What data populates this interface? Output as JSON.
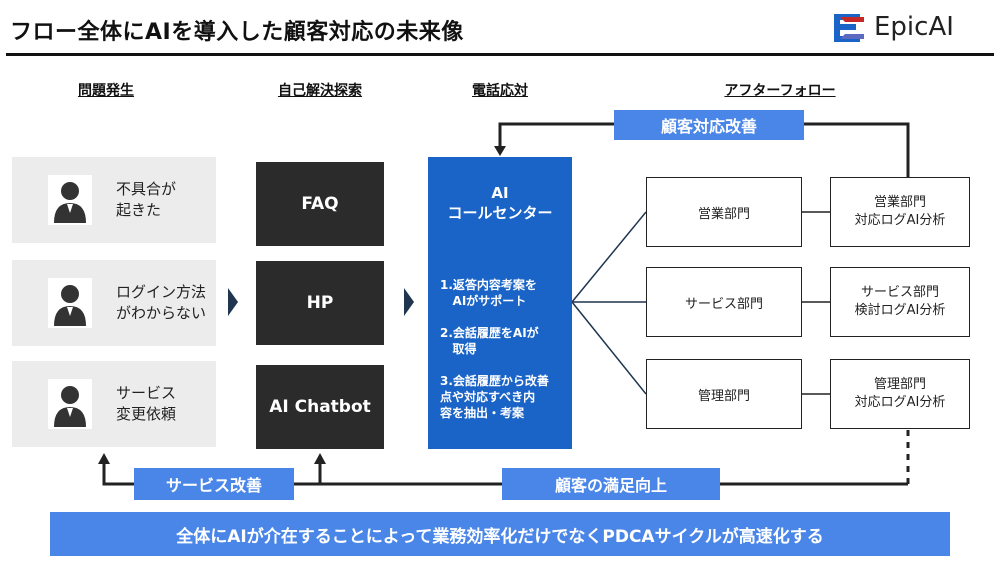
{
  "header": {
    "title": "フロー全体にAIを導入した顧客対応の未来像",
    "logo_text": "EpicAI"
  },
  "columns": {
    "problem": "問題発生",
    "self_solve": "自己解決探索",
    "phone": "電話応対",
    "after": "アフターフォロー"
  },
  "problems": [
    {
      "text": "不具合が\n起きた"
    },
    {
      "text": "ログイン方法\nがわからない"
    },
    {
      "text": "サービス\n変更依頼"
    }
  ],
  "self_solve": [
    "FAQ",
    "HP",
    "AI Chatbot"
  ],
  "call_center": {
    "title": "AI\nコールセンター",
    "items": [
      "1.返答内容考案を\n   AIがサポート",
      "2.会話履歴をAIが\n   取得",
      "3.会話履歴から改善\n点や対応すべき内\n容を抽出・考案"
    ]
  },
  "departments": [
    "営業部門",
    "サービス部門",
    "管理部門"
  ],
  "logs": [
    "営業部門\n対応ログAI分析",
    "サービス部門\n検討ログAI分析",
    "管理部門\n対応ログAI分析"
  ],
  "labels": {
    "improve_support": "顧客対応改善",
    "improve_service": "サービス改善",
    "satisfaction": "顧客の満足向上"
  },
  "banner": "全体にAIが介在することによって業務効率化だけでなくPDCAサイクルが高速化する",
  "colors": {
    "blue_dark": "#1a63c7",
    "blue_label": "#4a86e8",
    "dark_box": "#2b2b2b",
    "card_gray": "#ececec"
  }
}
